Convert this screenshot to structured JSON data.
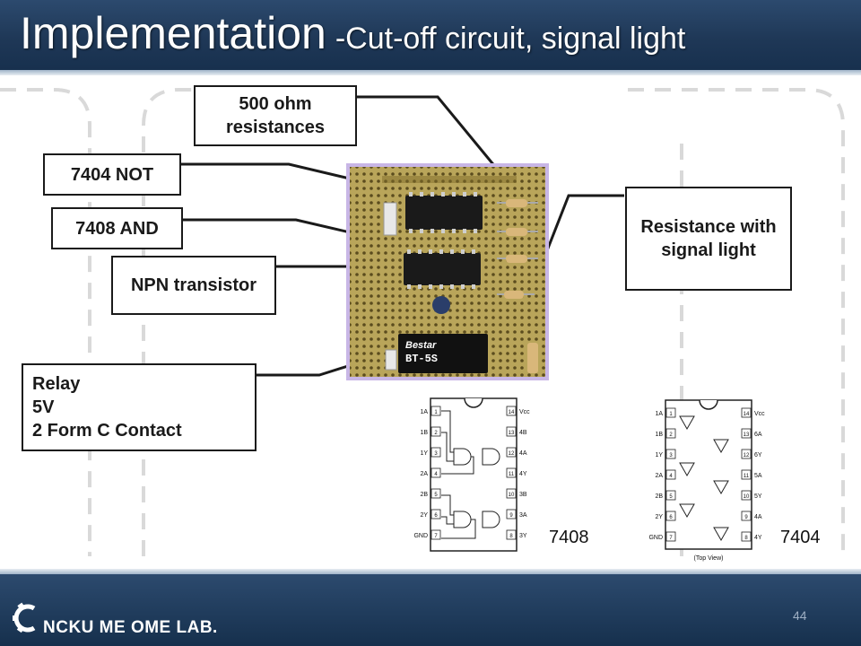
{
  "title": {
    "main": "Implementation",
    "sub": "-Cut-off circuit, signal light"
  },
  "labels": {
    "resistances": "500 ohm resistances",
    "not_gate": "7404 NOT",
    "and_gate": "7408 AND",
    "transistor": "NPN transistor",
    "signal": "Resistance with signal light",
    "relay": [
      "Relay",
      "5V",
      "2 Form C Contact"
    ]
  },
  "board": {
    "relay_brand": "Bestar",
    "relay_model": "BT-5S"
  },
  "pinouts": {
    "chip_7408": "7408",
    "chip_7404": "7404",
    "left_pins": [
      "1A",
      "1B",
      "1Y",
      "2A",
      "2B",
      "2Y",
      "GND"
    ],
    "right_pins_7408": [
      "Vcc",
      "4B",
      "4A",
      "4Y",
      "3B",
      "3A",
      "3Y"
    ],
    "right_pins_7404": [
      "Vcc",
      "6A",
      "6Y",
      "5A",
      "5Y",
      "4A",
      "4Y"
    ],
    "pin_numbers_left": [
      "1",
      "2",
      "3",
      "4",
      "5",
      "6",
      "7"
    ],
    "pin_numbers_right": [
      "14",
      "13",
      "12",
      "11",
      "10",
      "9",
      "8"
    ],
    "top_view": "(Top View)"
  },
  "footer": {
    "lab": "NCKU ME OME LAB.",
    "page": "44"
  }
}
